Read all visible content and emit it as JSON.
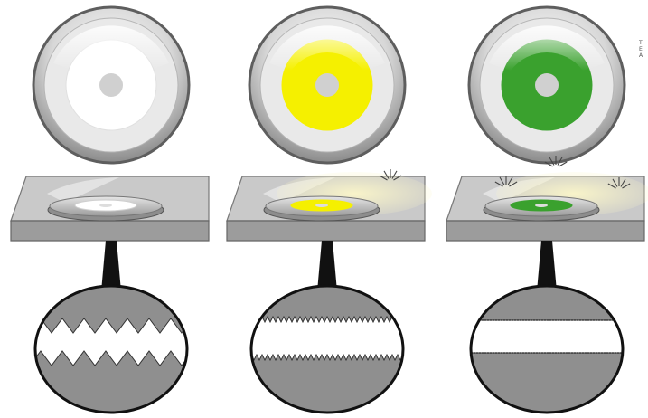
{
  "colors": {
    "background": "#ffffff",
    "bezel_dark": "#7a7a7a",
    "bezel_light": "#f2f2f2",
    "slab_top": "#c9c9c9",
    "slab_side": "#9c9c9c",
    "hub": "#d0d0d0",
    "stage1": "#ffffff",
    "stage2": "#f5f000",
    "stage3": "#3aa12e",
    "glow": "#fbf6c9",
    "surface": "#8f8f8f"
  },
  "stages": [
    {
      "id": "white",
      "disc_icon": "white-disc-icon",
      "coating_color": "#ffffff",
      "glow": false,
      "rays": 0,
      "profile": "rough"
    },
    {
      "id": "yellow",
      "disc_icon": "yellow-disc-icon",
      "coating_color": "#f5f000",
      "glow": true,
      "rays": 1,
      "profile": "fine"
    },
    {
      "id": "green",
      "disc_icon": "green-disc-icon",
      "coating_color": "#3aa12e",
      "glow": true,
      "rays": 3,
      "profile": "smooth"
    }
  ],
  "edge_text": "T\nEl\nA"
}
